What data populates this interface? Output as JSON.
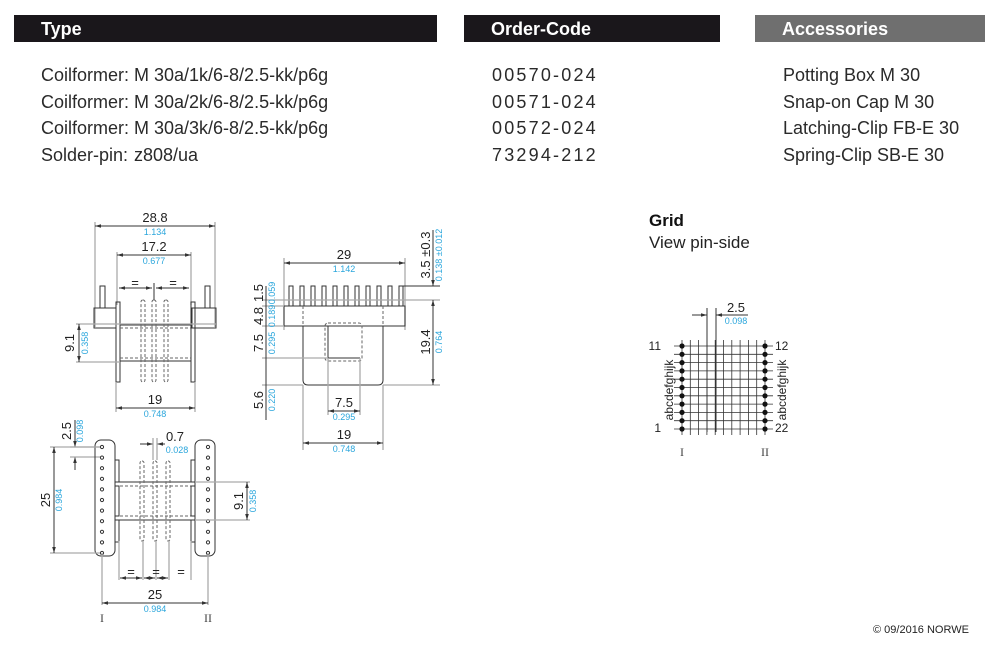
{
  "headers": {
    "type": "Type",
    "order_code": "Order-Code",
    "accessories": "Accessories"
  },
  "colors": {
    "header_dark": "#1a171b",
    "header_gray": "#6f6f6f",
    "inch_dimension": "#2aa6dc"
  },
  "products": [
    {
      "label": "Coilformer:",
      "type": "M 30a/1k/6-8/2.5-kk/p6g",
      "order_code": "00570-024"
    },
    {
      "label": "Coilformer:",
      "type": "M 30a/2k/6-8/2.5-kk/p6g",
      "order_code": "00571-024"
    },
    {
      "label": "Coilformer:",
      "type": "M 30a/3k/6-8/2.5-kk/p6g",
      "order_code": "00572-024"
    },
    {
      "label": "Solder-pin:",
      "type": "z808/ua",
      "order_code": "73294-212"
    }
  ],
  "accessories": [
    "Potting Box M 30",
    "Snap-on Cap M 30",
    "Latching-Clip FB-E 30",
    "Spring-Clip SB-E 30"
  ],
  "grid": {
    "title": "Grid",
    "subtitle": "View pin-side",
    "pitch_mm": "2.5",
    "pitch_in": "0.098",
    "left_top": "11",
    "left_bottom": "1",
    "right_top": "12",
    "right_bottom": "22",
    "row_letters": "abcdefghijk",
    "side_left": "I",
    "side_right": "II"
  },
  "drawing_front": {
    "overall_width_mm": "28.8",
    "overall_width_in": "1.134",
    "inner_width_mm": "17.2",
    "inner_width_in": "0.677",
    "equal_mark": "=",
    "height_mm": "9.1",
    "height_in": "0.358",
    "bottom_width_mm": "19",
    "bottom_width_in": "0.748"
  },
  "drawing_side": {
    "width_mm": "29",
    "width_in": "1.142",
    "pin_len_mm": "3.5 ±0.3",
    "pin_len_in": "0.138 ±0.012",
    "d1_mm": "1.5",
    "d1_in": "0.059",
    "d2_mm": "4.8",
    "d2_in": "0.189",
    "d3_mm": "7.5",
    "d3_in": "0.295",
    "d4_mm": "5.6",
    "d4_in": "0.220",
    "height_mm": "19.4",
    "height_in": "0.764",
    "core_mm": "7.5",
    "core_in": "0.295",
    "bottom_mm": "19",
    "bottom_in": "0.748"
  },
  "drawing_top": {
    "pitch_mm": "2.5",
    "pitch_in": "0.098",
    "pin_mm": "0.7",
    "pin_in": "0.028",
    "span_mm": "25",
    "span_in": "0.984",
    "height_mm": "9.1",
    "height_in": "0.358",
    "width_mm": "25",
    "width_in": "0.984",
    "equal_mark": "=",
    "side_left": "I",
    "side_right": "II"
  },
  "copyright": "© 09/2016 NORWE"
}
